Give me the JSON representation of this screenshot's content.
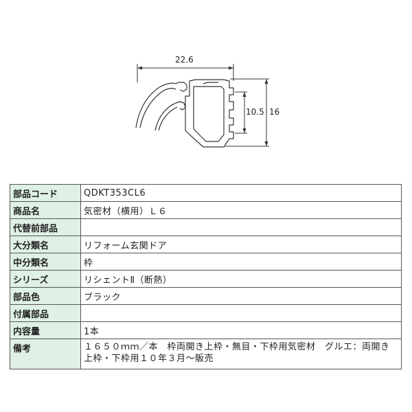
{
  "drawing": {
    "dim_width": "22.6",
    "dim_inner": "10.5",
    "dim_height": "16"
  },
  "spec_table": [
    {
      "key": "部品コード",
      "value": "QDKT353CL6"
    },
    {
      "key": "商品名",
      "value": "気密材（横用）Ｌ６"
    },
    {
      "key": "代替前部品",
      "value": ""
    },
    {
      "key": "大分類名",
      "value": "リフォーム玄関ドア"
    },
    {
      "key": "中分類名",
      "value": "枠"
    },
    {
      "key": "シリーズ",
      "value": "リシェントⅡ（断熱）"
    },
    {
      "key": "部品色",
      "value": "ブラック"
    },
    {
      "key": "付属部品",
      "value": ""
    },
    {
      "key": "内容量",
      "value": "1本"
    },
    {
      "key": "備考",
      "value": "１６５０ｍｍ／本　枠両開き上枠・無目・下枠用気密材　グルエ：両開き上枠・下枠用１０年３月～販売"
    }
  ]
}
